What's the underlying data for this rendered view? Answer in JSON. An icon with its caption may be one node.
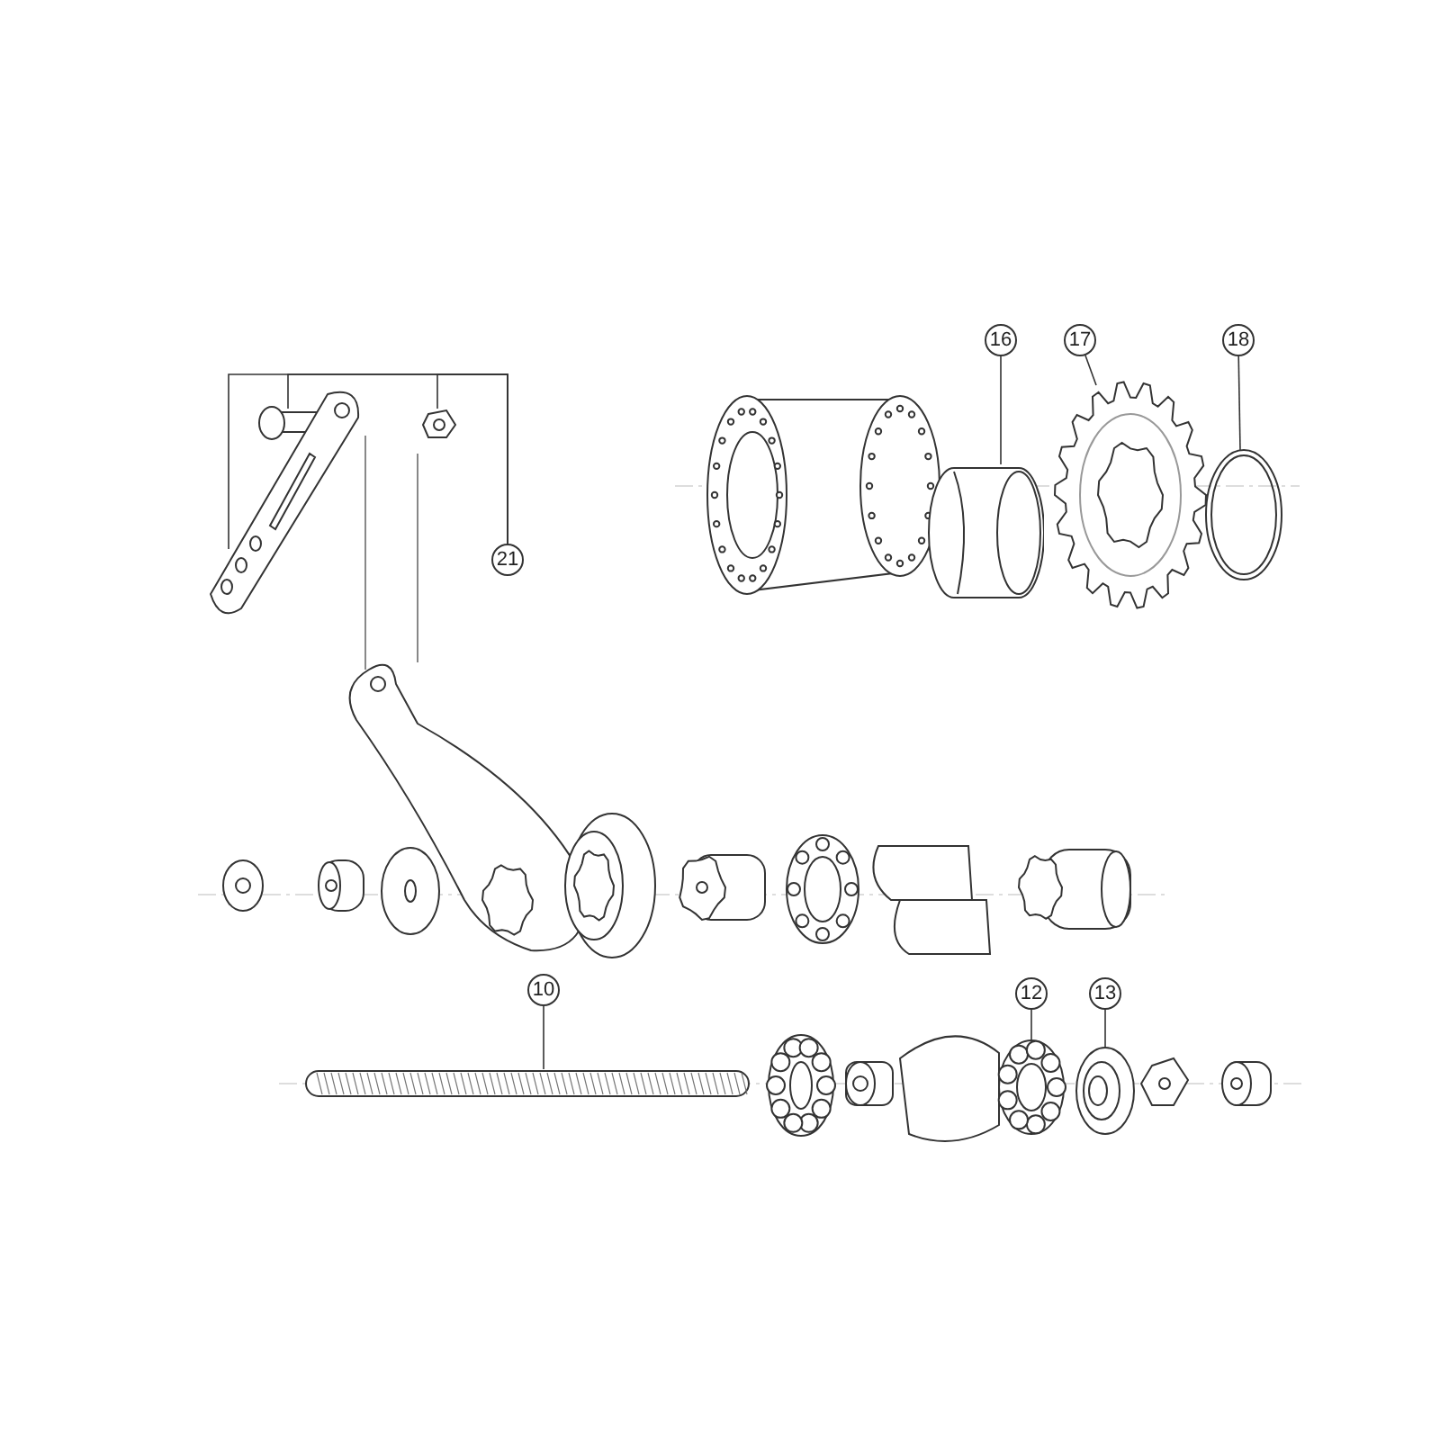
{
  "diagram": {
    "nodes": [
      {
        "text": [
          "16"
        ]
      },
      {
        "text": [
          "17"
        ]
      },
      {
        "text": [
          "18"
        ]
      },
      {
        "text": [
          "21"
        ]
      },
      {
        "text": [
          "10"
        ]
      },
      {
        "text": [
          "12"
        ]
      },
      {
        "text": [
          "13"
        ]
      },
      {
        "text": [],
        "shape": "picture"
      },
      {
        "text": [],
        "shape": "picture"
      },
      {
        "text": [],
        "shape": "picture"
      },
      {
        "text": [],
        "shape": "picture"
      },
      {
        "text": [],
        "shape": "picture"
      },
      {
        "text": [],
        "shape": "picture"
      },
      {
        "text": [],
        "shape": "picture"
      },
      {
        "text": [],
        "shape": "picture"
      },
      {
        "text": [],
        "shape": "picture"
      }
    ],
    "edges": [
      {
        "from": 0,
        "to": 7,
        "arrow": "none"
      },
      {
        "from": 1,
        "to": 8,
        "arrow": "none"
      },
      {
        "from": 2,
        "to": 9,
        "arrow": "none"
      },
      {
        "from": 3,
        "to": 10,
        "arrow": "none"
      },
      {
        "from": 3,
        "to": 11,
        "arrow": "none"
      },
      {
        "from": 3,
        "to": 12,
        "arrow": "none"
      },
      {
        "from": 4,
        "to": 13,
        "arrow": "none"
      },
      {
        "from": 5,
        "to": 14,
        "arrow": "none"
      },
      {
        "from": 6,
        "to": 15,
        "arrow": "none"
      }
    ]
  }
}
